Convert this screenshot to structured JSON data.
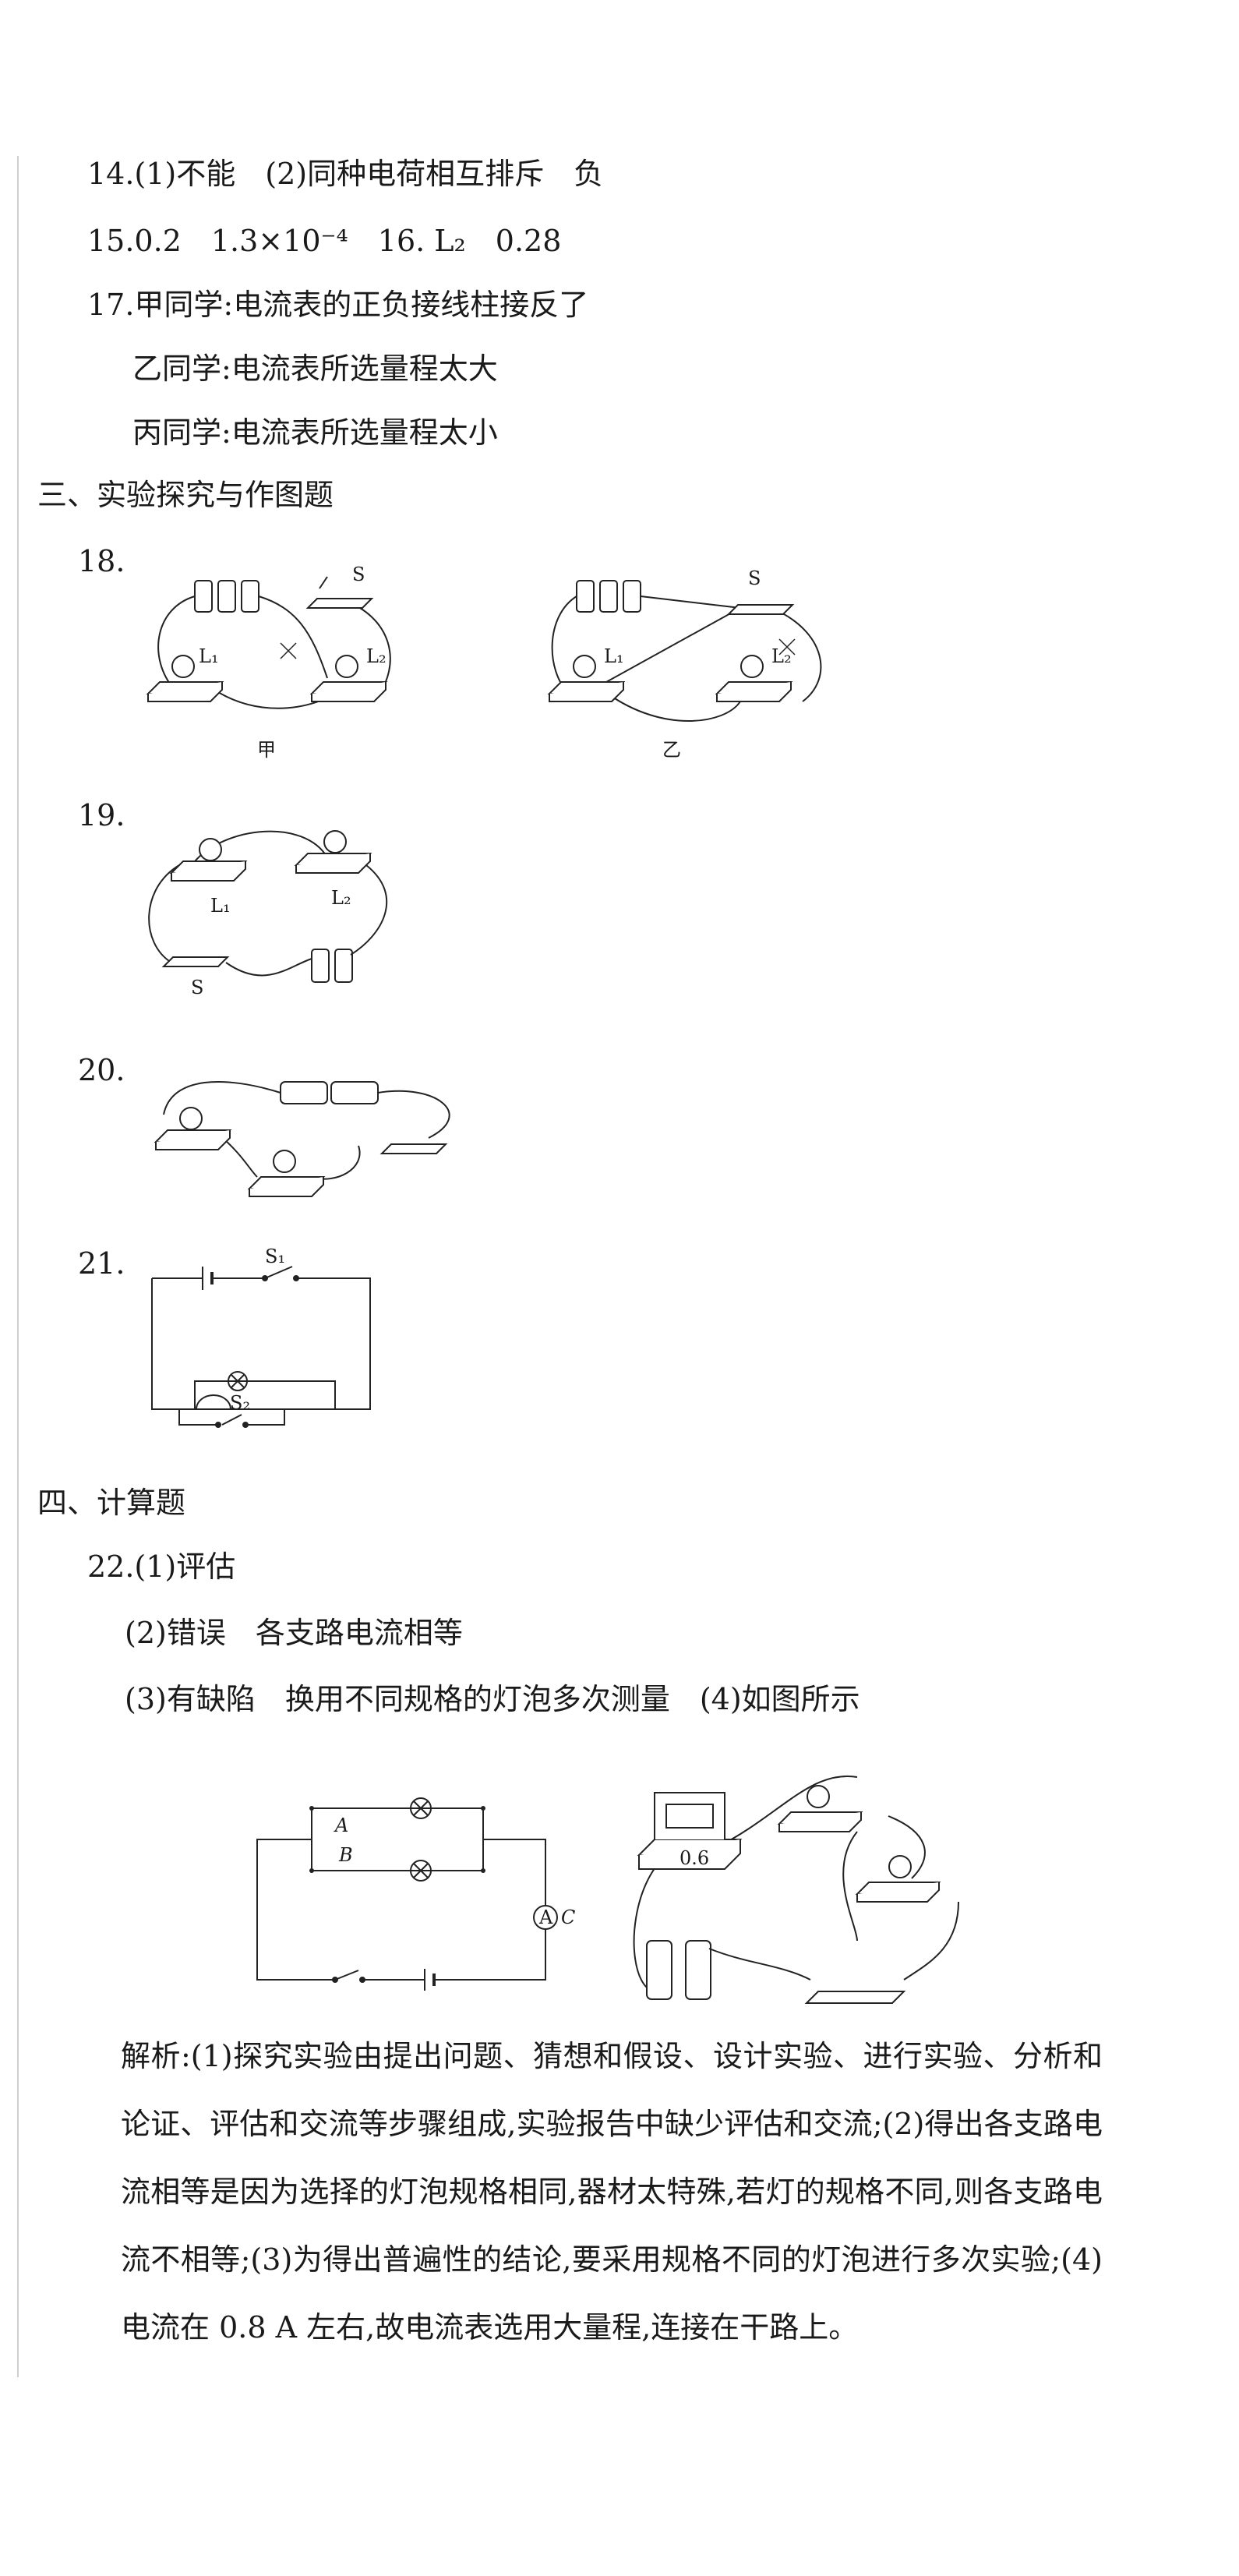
{
  "answers": {
    "q14": "14.(1)不能　(2)同种电荷相互排斥　负",
    "q15_16": "15.0.2　1.3×10⁻⁴　16. L₂　0.28",
    "q17_line1": "17.甲同学:电流表的正负接线柱接反了",
    "q17_line2": "乙同学:电流表所选量程太大",
    "q17_line3": "丙同学:电流表所选量程太小"
  },
  "section3": {
    "title": "三、实验探究与作图题"
  },
  "q18": {
    "number": "18.",
    "caption_a": "甲",
    "caption_b": "乙",
    "switch_label": "S",
    "lamp1": "L₁",
    "lamp2": "L₂"
  },
  "q19": {
    "number": "19.",
    "switch_label": "S",
    "lamp1": "L₁",
    "lamp2": "L₂"
  },
  "q20": {
    "number": "20."
  },
  "q21": {
    "number": "21.",
    "switch1": "S₁",
    "switch2": "S₂"
  },
  "section4": {
    "title": "四、计算题"
  },
  "q22": {
    "line1": "22.(1)评估",
    "line2": "(2)错误　各支路电流相等",
    "line3": "(3)有缺陷　换用不同规格的灯泡多次测量　(4)如图所示",
    "node_a": "A",
    "node_b": "B",
    "node_c": "C",
    "ammeter": "A",
    "meter_scale": "0.6",
    "explanation": "解析:(1)探究实验由提出问题、猜想和假设、设计实验、进行实验、分析和论证、评估和交流等步骤组成,实验报告中缺少评估和交流;(2)得出各支路电流相等是因为选择的灯泡规格相同,器材太特殊,若灯的规格不同,则各支路电流不相等;(3)为得出普遍性的结论,要采用规格不同的灯泡进行多次实验;(4)电流在 0.8 A 左右,故电流表选用大量程,连接在干路上。"
  }
}
